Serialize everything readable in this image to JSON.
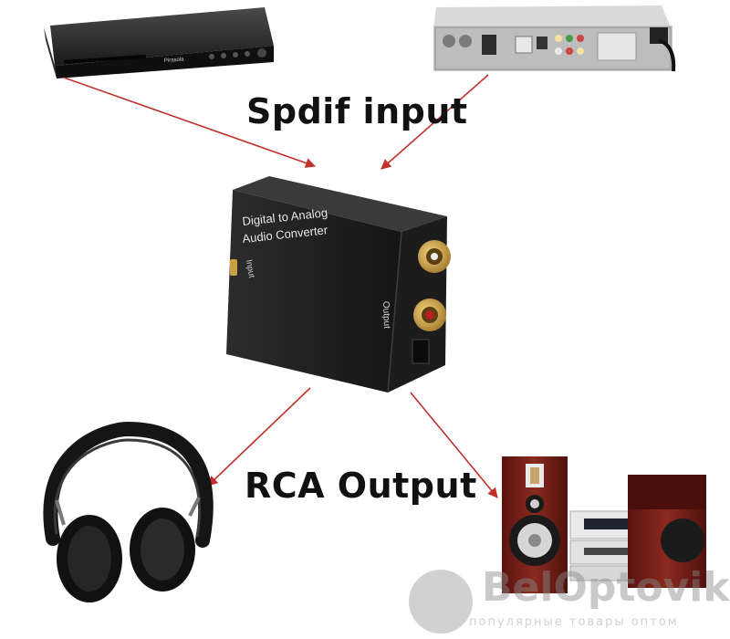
{
  "labels": {
    "input_heading": "Spdif input",
    "output_heading": "RCA Output"
  },
  "dvd_player": {
    "brand_text": "Pirasola"
  },
  "converter": {
    "front_line1": "Digital to Analog",
    "front_line2": "Audio Converter",
    "input_side_label": "Input",
    "output_side_label": "Output"
  },
  "watermark": {
    "name": "BelOptovik",
    "tagline": "популярные товары оптом"
  },
  "colors": {
    "arrow": "#c0312b",
    "device_black": "#1b1b1b",
    "gold": "#c9a040",
    "speaker_wood": "#6b1a14"
  }
}
